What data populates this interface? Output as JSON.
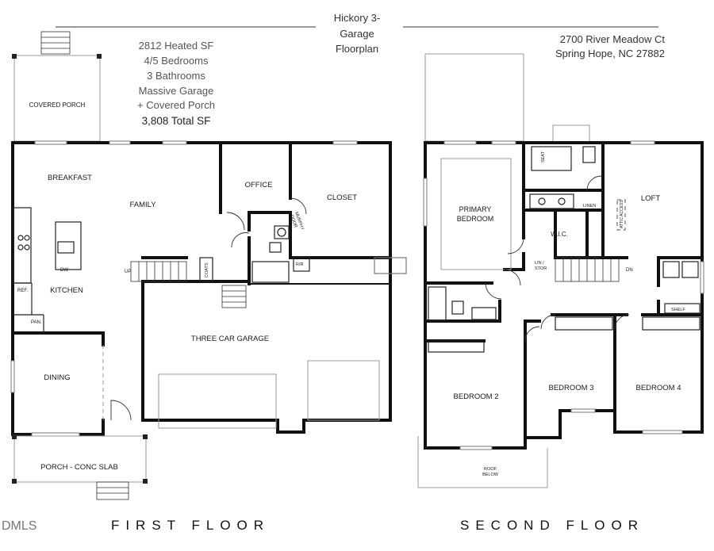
{
  "header": {
    "title_line1": "Hickory 3-",
    "title_line2": "Garage",
    "title_line3": "Floorplan"
  },
  "address": {
    "line1": "2700 River Meadow Ct",
    "line2": "Spring Hope, NC 27882"
  },
  "stats": {
    "line1": "2812 Heated SF",
    "line2": "4/5 Bedrooms",
    "line3": "3 Bathrooms",
    "line4": "Massive Garage",
    "line5": "+ Covered Porch",
    "total": "3,808 Total SF"
  },
  "first_floor": {
    "caption": "FIRST FLOOR",
    "rooms": {
      "covered_porch": "COVERED PORCH",
      "breakfast": "BREAKFAST",
      "family": "FAMILY",
      "office": "OFFICE",
      "closet": "CLOSET",
      "murphy_door_1": "MURPHY",
      "murphy_door_2": "DOOR",
      "kitchen": "KITCHEN",
      "ref": "REF.",
      "dw": "DW",
      "pan": "PAN.",
      "up": "UP",
      "coats": "COATS",
      "rr": "R/R",
      "three_car_garage": "THREE CAR GARAGE",
      "dining": "DINING",
      "porch": "PORCH - CONC SLAB"
    }
  },
  "second_floor": {
    "caption": "SECOND FLOOR",
    "rooms": {
      "primary_bedroom_1": "PRIMARY",
      "primary_bedroom_2": "BEDROOM",
      "seat": "SEAT",
      "linen": "LINEN",
      "wic": "W.I.C.",
      "lin_stor_1": "LIN /",
      "lin_stor_2": "STOR",
      "loft": "LOFT",
      "attic_access": "ATTIC ACCESS",
      "dn": "DN",
      "shelf": "SHELF",
      "bedroom2": "BEDROOM 2",
      "bedroom3": "BEDROOM 3",
      "bedroom4": "BEDROOM 4",
      "roof_below_1": "ROOF",
      "roof_below_2": "BELOW"
    }
  },
  "watermark": "DMLS"
}
